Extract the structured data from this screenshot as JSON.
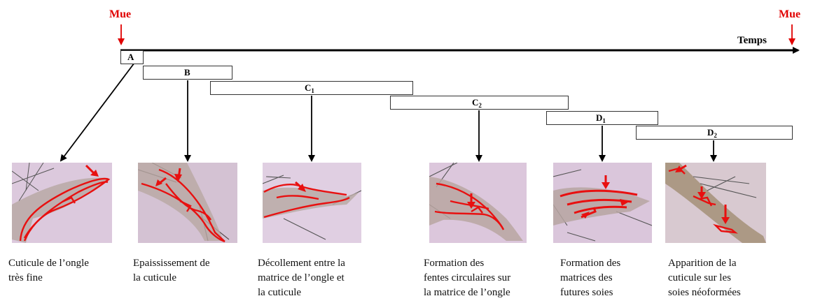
{
  "mue_start": "Mue",
  "mue_end": "Mue",
  "axis_label": "Temps",
  "colors": {
    "mue_red": "#e00000",
    "annotation_red": "#e81010",
    "photo_background": "#ddc8da"
  },
  "stages": [
    {
      "letter": "A",
      "sub": ""
    },
    {
      "letter": "B",
      "sub": ""
    },
    {
      "letter": "C",
      "sub": "1"
    },
    {
      "letter": "C",
      "sub": "2"
    },
    {
      "letter": "D",
      "sub": "1"
    },
    {
      "letter": "D",
      "sub": "2"
    }
  ],
  "captions": [
    {
      "lines": [
        "Cuticule de l’ongle",
        "très fine"
      ]
    },
    {
      "lines": [
        "Epaississement de",
        "la cuticule"
      ]
    },
    {
      "lines": [
        "Décollement entre la",
        "matrice de l’ongle et",
        "la cuticule"
      ]
    },
    {
      "lines": [
        "Formation des",
        "fentes circulaires sur",
        "la matrice de l’ongle"
      ]
    },
    {
      "lines": [
        "Formation des",
        "matrices des",
        "futures soies"
      ]
    },
    {
      "lines": [
        "Apparition de la",
        "cuticule sur les",
        "soies néoformées"
      ]
    }
  ]
}
